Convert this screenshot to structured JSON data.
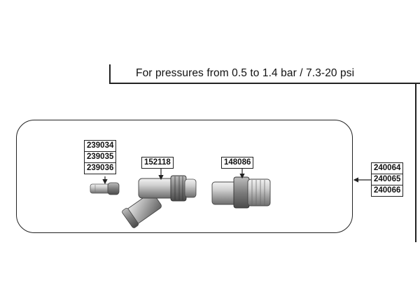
{
  "header": {
    "title": "For pressures from 0.5 to 1.4 bar / 7.3-20 psi"
  },
  "parts": {
    "nozzle_codes": [
      "239034",
      "239035",
      "239036"
    ],
    "elbow_code": "152118",
    "adapter_code": "148086",
    "kit_codes": [
      "240064",
      "240065",
      "240066"
    ]
  }
}
